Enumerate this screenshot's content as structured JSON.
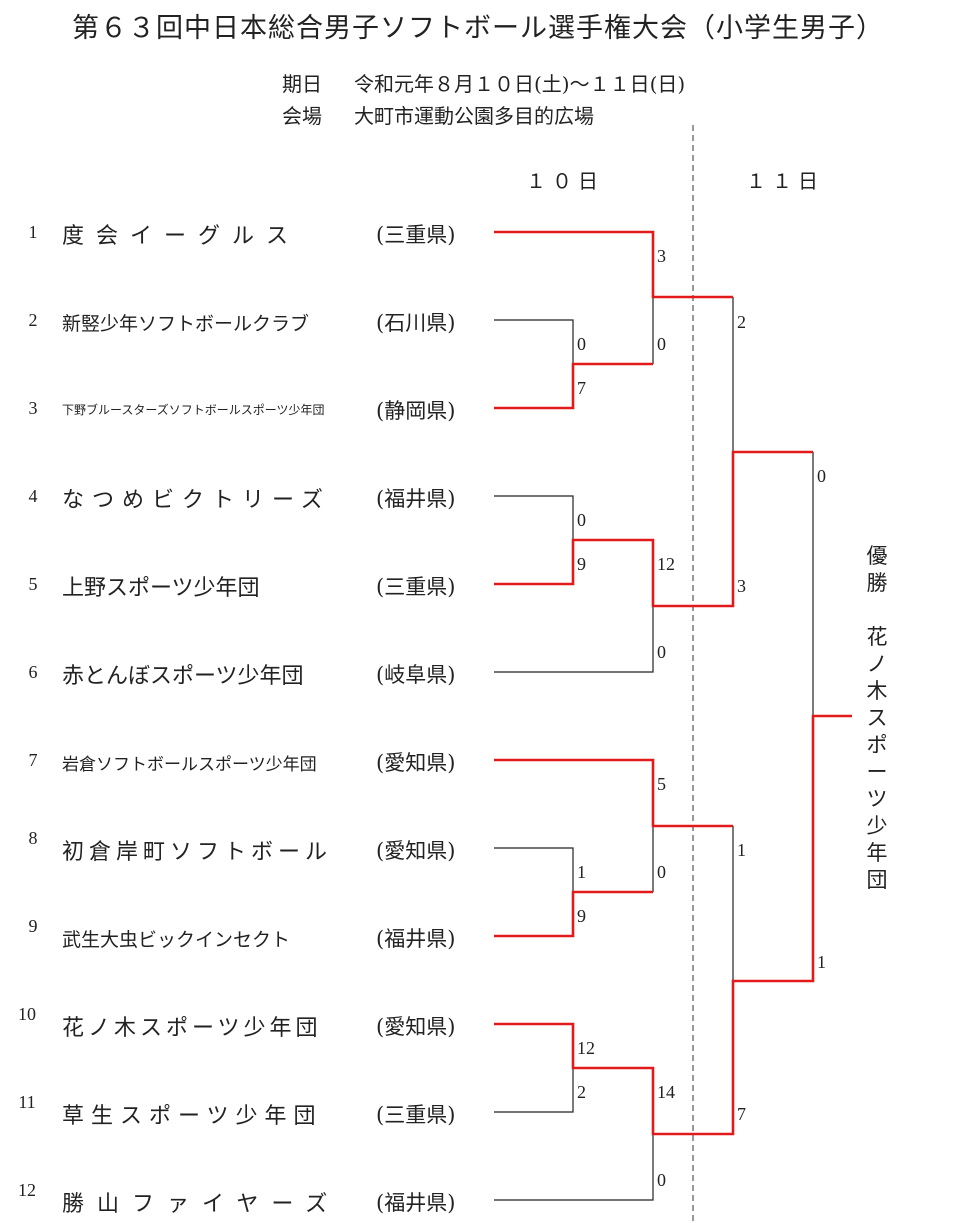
{
  "header": {
    "title": "第６３回中日本総合男子ソフトボール選手権大会（小学生男子）",
    "date_label": "期日",
    "date_value": "令和元年８月１０日(土)～１１日(日)",
    "venue_label": "会場",
    "venue_value": "大町市運動公園多目的広場"
  },
  "days": {
    "day1": "１０日",
    "day2": "１１日"
  },
  "teams": [
    {
      "no": "1",
      "name": "度会イーグルス",
      "pref": "(三重県)"
    },
    {
      "no": "2",
      "name": "新竪少年ソフトボールクラブ",
      "pref": "(石川県)"
    },
    {
      "no": "3",
      "name": "下野ブルースターズソフトボールスポーツ少年団",
      "pref": "(静岡県)"
    },
    {
      "no": "4",
      "name": "なつめビクトリーズ",
      "pref": "(福井県)"
    },
    {
      "no": "5",
      "name": "上野スポーツ少年団",
      "pref": "(三重県)"
    },
    {
      "no": "6",
      "name": "赤とんぼスポーツ少年団",
      "pref": "(岐阜県)"
    },
    {
      "no": "7",
      "name": "岩倉ソフトボールスポーツ少年団",
      "pref": "(愛知県)"
    },
    {
      "no": "8",
      "name": "初倉岸町ソフトボール",
      "pref": "(愛知県)"
    },
    {
      "no": "9",
      "name": "武生大虫ビックインセクト",
      "pref": "(福井県)"
    },
    {
      "no": "10",
      "name": "花ノ木スポーツ少年団",
      "pref": "(愛知県)"
    },
    {
      "no": "11",
      "name": "草生スポーツ少年団",
      "pref": "(三重県)"
    },
    {
      "no": "12",
      "name": "勝山ファイヤーズ",
      "pref": "(福井県)"
    }
  ],
  "scores": {
    "r1_2v3": [
      "0",
      "7"
    ],
    "r1_4v5": [
      "0",
      "9"
    ],
    "r1_8v9": [
      "1",
      "9"
    ],
    "r1_10v11": [
      "12",
      "2"
    ],
    "r2_1v23": [
      "3",
      "0"
    ],
    "r2_45v6": [
      "12",
      "0"
    ],
    "r2_7v89": [
      "5",
      "0"
    ],
    "r2_1011v12": [
      "14",
      "0"
    ],
    "sf_top": [
      "2",
      "3"
    ],
    "sf_bottom": [
      "1",
      "7"
    ],
    "final": [
      "0",
      "1"
    ]
  },
  "champion": {
    "label": "優勝",
    "team": "花ノ木スポーツ少年団"
  },
  "colors": {
    "winner_line": "#e31a1a",
    "line": "#222222"
  }
}
